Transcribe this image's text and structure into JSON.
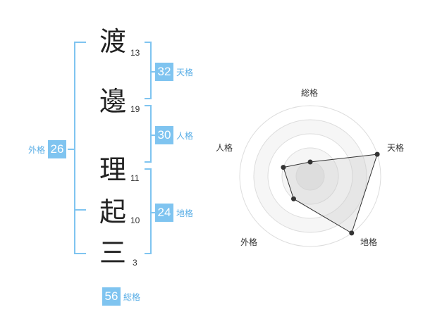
{
  "name_chars": [
    {
      "char": "渡",
      "strokes": "13"
    },
    {
      "char": "邊",
      "strokes": "19"
    },
    {
      "char": "理",
      "strokes": "11"
    },
    {
      "char": "起",
      "strokes": "10"
    },
    {
      "char": "三",
      "strokes": "3"
    }
  ],
  "fortunes": {
    "tenkaku": {
      "value": "32",
      "label": "天格"
    },
    "jinkaku": {
      "value": "30",
      "label": "人格"
    },
    "chikaku": {
      "value": "24",
      "label": "地格"
    },
    "gaikaku": {
      "value": "26",
      "label": "外格"
    },
    "soukaku": {
      "value": "56",
      "label": "総格"
    }
  },
  "colors": {
    "accent": "#7fc4f0",
    "accent_text": "#5aaee6",
    "bracket": "#7fc4f0"
  },
  "chart_data": {
    "type": "radar",
    "axes": [
      "総格",
      "天格",
      "地格",
      "外格",
      "人格"
    ],
    "values": [
      1,
      5,
      5,
      2,
      2
    ],
    "max": 5,
    "rings": 5
  }
}
